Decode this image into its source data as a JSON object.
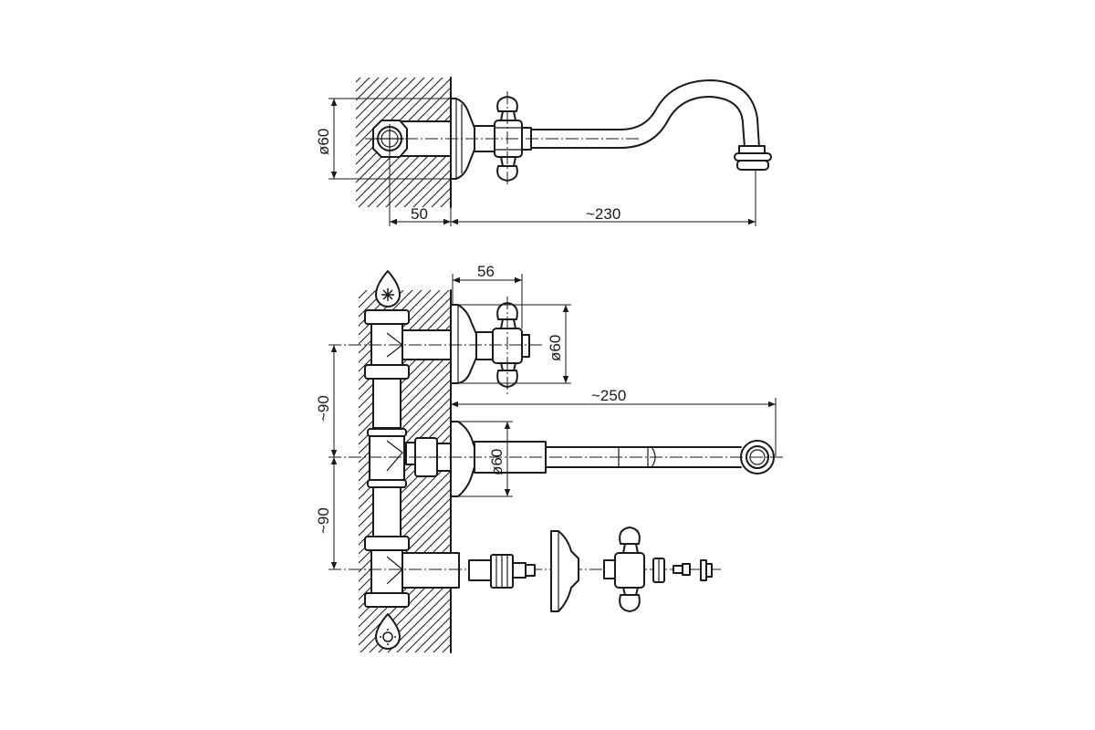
{
  "dimensions": {
    "top_diameter": "ø60",
    "top_wall_depth": "50",
    "top_spout_length": "~230",
    "handle_depth": "56",
    "handle_diameter": "ø60",
    "spout_length": "~250",
    "spout_flange_diameter": "ø60",
    "upper_spacing": "~90",
    "lower_spacing": "~90"
  },
  "icons": {
    "cold_water": "snowflake-drop-icon",
    "hot_water": "sun-drop-icon"
  }
}
